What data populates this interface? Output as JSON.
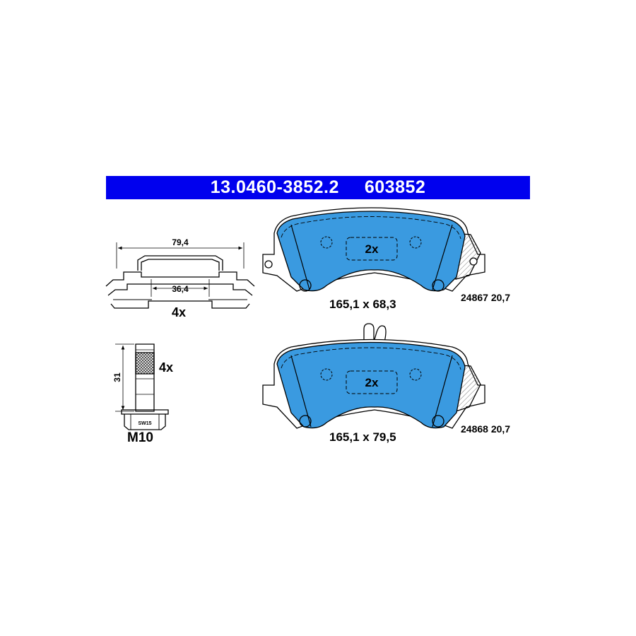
{
  "header": {
    "part_number": "13.0460-3852.2",
    "ref_number": "603852"
  },
  "spring": {
    "width_outer": "79,4",
    "width_inner": "36,4",
    "quantity": "4x"
  },
  "bolt": {
    "length": "31",
    "quantity": "4x",
    "wrench_size": "SW15",
    "thread": "M10"
  },
  "pad_top": {
    "count": "2x",
    "dimensions": "165,1 x 68,3",
    "wva_thickness": "24867 20,7"
  },
  "pad_bottom": {
    "count": "2x",
    "dimensions": "165,1 x 79,5",
    "wva_thickness": "24868 20,7"
  },
  "colors": {
    "header_bg": "#0000ee",
    "pad_fill": "#3a9ae0",
    "line": "#000000"
  }
}
